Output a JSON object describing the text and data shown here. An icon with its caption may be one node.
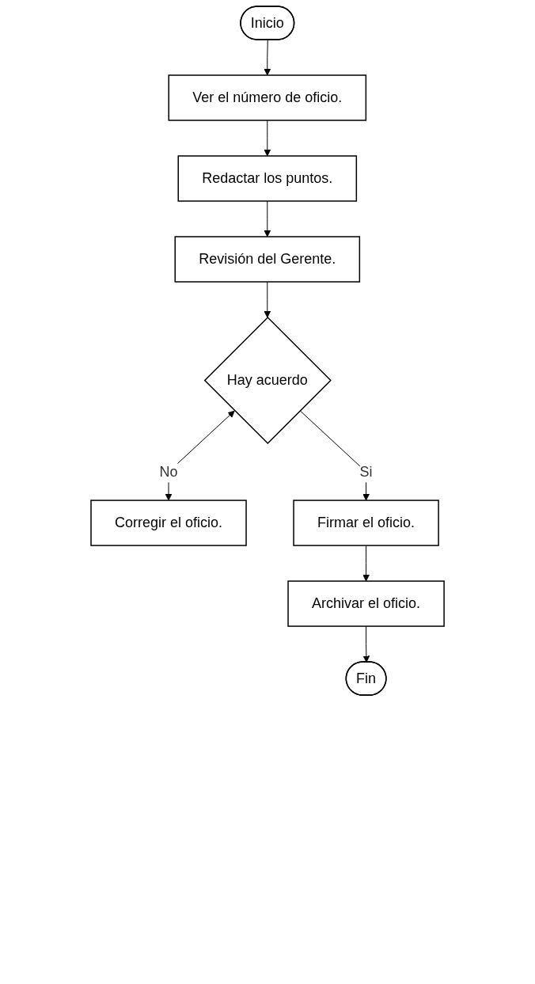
{
  "diagram": {
    "nodes": [
      {
        "text": [
          "Inicio"
        ]
      },
      {
        "text": [
          "Ver el número de oficio."
        ]
      },
      {
        "text": [
          "Redactar los puntos."
        ]
      },
      {
        "text": [
          "Revisión del Gerente."
        ]
      },
      {
        "text": [
          "Hay acuerdo"
        ]
      },
      {
        "text": [
          "Corregir el oficio."
        ]
      },
      {
        "text": [
          "Firmar el oficio."
        ]
      },
      {
        "text": [
          "Archivar el oficio."
        ]
      },
      {
        "text": [
          "Fin"
        ]
      }
    ],
    "edges": [
      {
        "from": 0,
        "to": 1,
        "arrow": "to"
      },
      {
        "from": 1,
        "to": 2,
        "arrow": "to"
      },
      {
        "from": 2,
        "to": 3,
        "arrow": "to"
      },
      {
        "from": 3,
        "to": 4,
        "arrow": "to"
      },
      {
        "from": 4,
        "to": 5,
        "arrow": "both",
        "label": "No"
      },
      {
        "from": 4,
        "to": 6,
        "arrow": "to",
        "label": "Si"
      },
      {
        "from": 6,
        "to": 7,
        "arrow": "to"
      },
      {
        "from": 7,
        "to": 8,
        "arrow": "to"
      }
    ]
  }
}
